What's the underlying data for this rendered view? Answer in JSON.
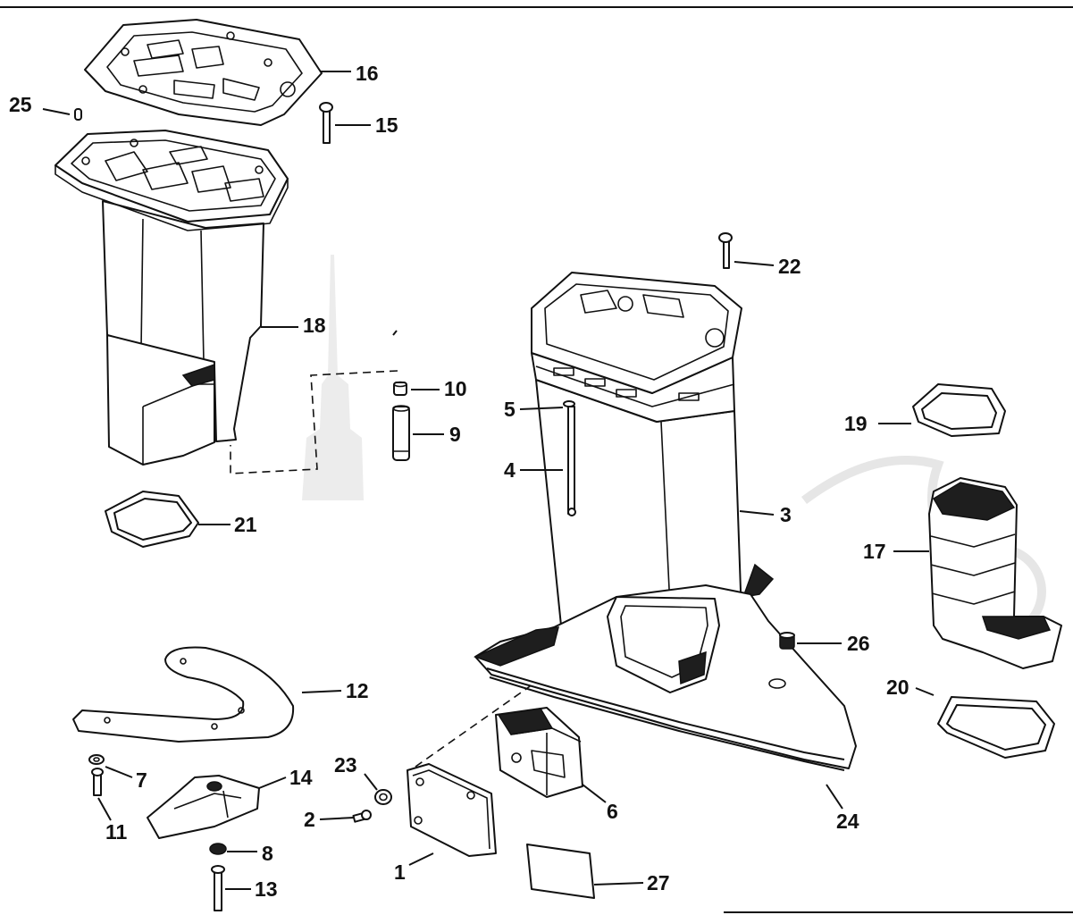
{
  "diagram": {
    "callouts": {
      "c1": "1",
      "c2": "2",
      "c3": "3",
      "c4": "4",
      "c5": "5",
      "c6": "6",
      "c7": "7",
      "c8": "8",
      "c9": "9",
      "c10": "10",
      "c11": "11",
      "c12": "12",
      "c13": "13",
      "c14": "14",
      "c15": "15",
      "c16": "16",
      "c17": "17",
      "c18": "18",
      "c19": "19",
      "c20": "20",
      "c21": "21",
      "c22": "22",
      "c23": "23",
      "c24": "24",
      "c25": "25",
      "c26": "26",
      "c27": "27"
    },
    "colors": {
      "line": "#111111",
      "background": "#ffffff",
      "watermark": "#ececec"
    }
  }
}
